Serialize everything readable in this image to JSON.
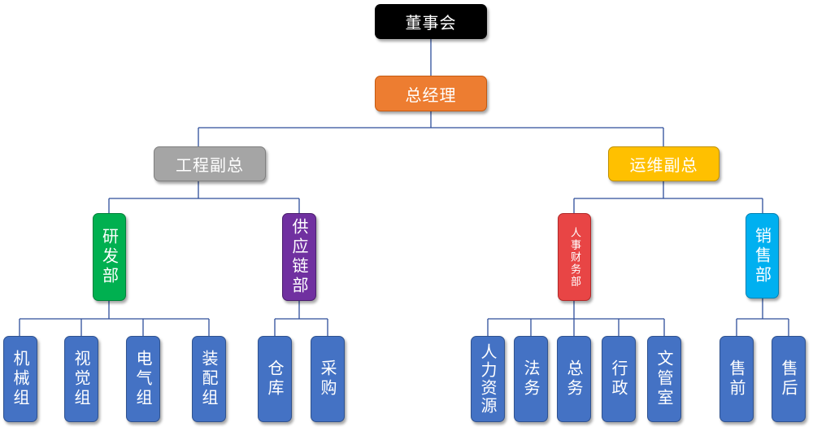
{
  "colors": {
    "board": "#000000",
    "ceo": "#ed7d31",
    "engineering_vp": "#a5a5a5",
    "operations_vp": "#ffc000",
    "rd": "#00b050",
    "supply_chain": "#7030a0",
    "hr_finance": "#e84545",
    "sales": "#00b0f0",
    "leaf": "#4472c4",
    "connector": "#2e4e9a"
  },
  "org": {
    "board": "董事会",
    "ceo": "总经理",
    "engineering_vp": "工程副总",
    "operations_vp": "运维副总",
    "rd": "研发部",
    "supply_chain": "供应链部",
    "hr_finance": "人事财务部",
    "sales": "销售部",
    "rd_teams": [
      "机械组",
      "视觉组",
      "电气组",
      "装配组"
    ],
    "supply_teams": [
      "仓库",
      "采购"
    ],
    "hr_teams": [
      "人力资源",
      "法务",
      "总务",
      "行政",
      "文管室"
    ],
    "sales_teams": [
      "售前",
      "售后"
    ]
  }
}
